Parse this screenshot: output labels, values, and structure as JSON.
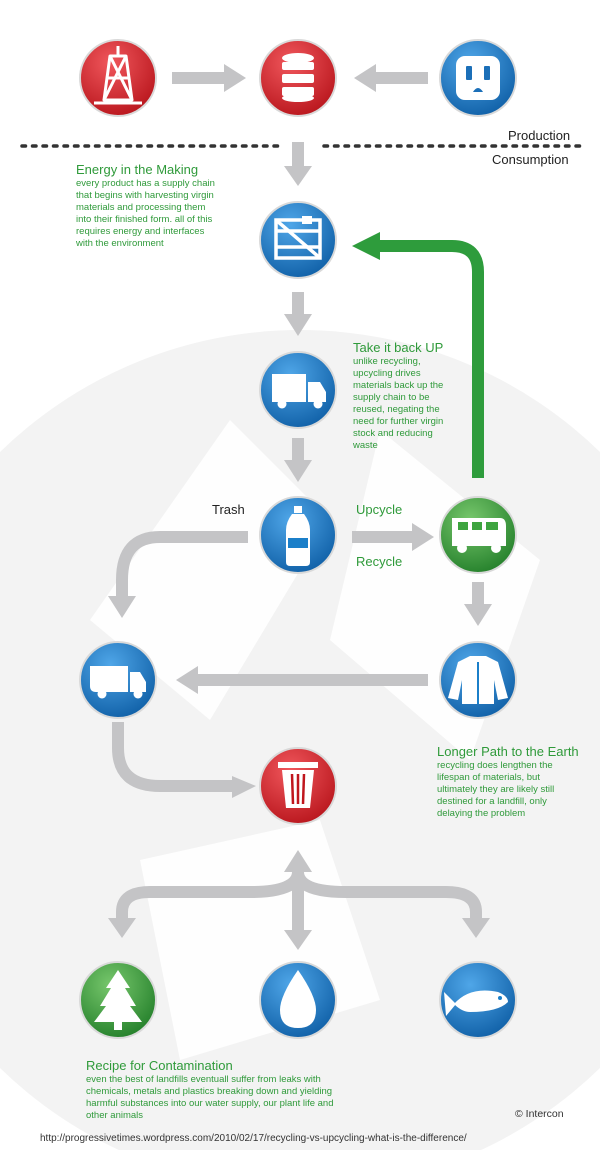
{
  "labels": {
    "production": "Production",
    "consumption": "Consumption",
    "trash": "Trash",
    "upcycle": "Upcycle",
    "recycle": "Recycle"
  },
  "notes": {
    "energy": {
      "title": "Energy in the Making",
      "lines": [
        "every product has a supply chain",
        "that begins with harvesting virgin",
        "materials and processing them",
        "into their finished form. all of this",
        "requires energy and interfaces",
        "with the environment"
      ]
    },
    "take_back": {
      "title": "Take it back UP",
      "lines": [
        "unlike recycling,",
        "upcycling drives",
        "materials back up the",
        "supply chain to be",
        "reused, negating the",
        "need for further virgin",
        "stock and reducing",
        "waste"
      ]
    },
    "longer_path": {
      "title": "Longer Path to the Earth",
      "lines": [
        "recycling does lengthen the",
        "lifespan of materials, but",
        "ultimately they are likely still",
        "destined for a landfill, only",
        "delaying the problem"
      ]
    },
    "contamination": {
      "title": "Recipe for Contamination",
      "lines": [
        "even the best of landfills eventuall suffer from leaks with",
        "chemicals, metals and plastics breaking down and yielding",
        "harmful substances into our water supply, our plant life and",
        "other animals"
      ]
    }
  },
  "credit": "© Intercon",
  "source_url": "http://progressivetimes.wordpress.com/2010/02/17/recycling-vs-upcycling-what-is-the-difference/",
  "colors": {
    "red": "#d8232a",
    "blue": "#1b7fc9",
    "green": "#3ea43f",
    "arrow_gray": "#c4c4c6",
    "upcycle_arrow": "#2e9c3c",
    "note_text": "#2f9a3a"
  },
  "nodes": [
    {
      "id": "oil-derrick",
      "icon": "oil-derrick-icon",
      "color": "red"
    },
    {
      "id": "barrel",
      "icon": "barrel-icon",
      "color": "red"
    },
    {
      "id": "outlet",
      "icon": "power-outlet-icon",
      "color": "blue"
    },
    {
      "id": "crate",
      "icon": "crate-icon",
      "color": "blue"
    },
    {
      "id": "delivery-truck",
      "icon": "delivery-truck-icon",
      "color": "blue"
    },
    {
      "id": "bottle",
      "icon": "bottle-icon",
      "color": "blue"
    },
    {
      "id": "upcycle-van",
      "icon": "van-icon",
      "color": "green"
    },
    {
      "id": "jacket",
      "icon": "jacket-icon",
      "color": "blue"
    },
    {
      "id": "garbage-truck",
      "icon": "garbage-truck-icon",
      "color": "blue"
    },
    {
      "id": "trash-can",
      "icon": "trash-can-icon",
      "color": "red"
    },
    {
      "id": "tree",
      "icon": "tree-icon",
      "color": "green"
    },
    {
      "id": "water-drop",
      "icon": "water-drop-icon",
      "color": "blue"
    },
    {
      "id": "fish",
      "icon": "fish-icon",
      "color": "blue"
    }
  ]
}
